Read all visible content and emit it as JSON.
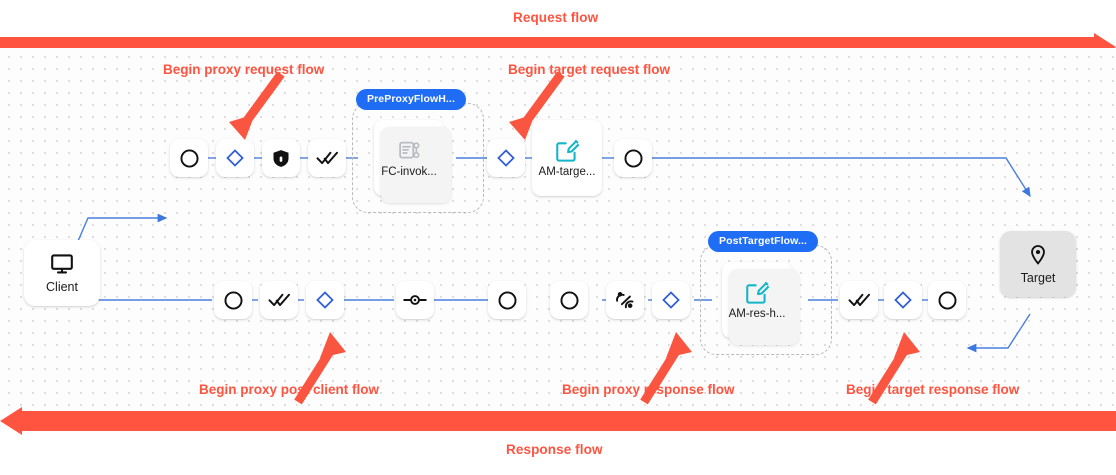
{
  "flow_bars": {
    "request": {
      "label": "Request flow",
      "color": "#ff5440",
      "direction": "right"
    },
    "response": {
      "label": "Response flow",
      "color": "#ff5440",
      "direction": "left"
    }
  },
  "annotations": [
    {
      "id": "begin-proxy-request-flow",
      "text": "Begin proxy request flow"
    },
    {
      "id": "begin-target-request-flow",
      "text": "Begin target request flow"
    },
    {
      "id": "begin-proxy-post-client-flow",
      "text": "Begin proxy post client flow"
    },
    {
      "id": "begin-proxy-response-flow",
      "text": "Begin proxy response flow"
    },
    {
      "id": "begin-target-response-flow",
      "text": "Begin target response flow"
    }
  ],
  "endpoints": {
    "client": {
      "label": "Client",
      "icon": "monitor-icon"
    },
    "target": {
      "label": "Target",
      "icon": "location-pin-icon"
    }
  },
  "request_row": {
    "steps": [
      {
        "id": "req-start",
        "icon": "circle-icon"
      },
      {
        "id": "req-condition-1",
        "icon": "blue-diamond-icon"
      },
      {
        "id": "req-security",
        "icon": "shield-lock-icon"
      },
      {
        "id": "req-verify",
        "icon": "double-check-icon"
      }
    ],
    "policy": {
      "label": "FC-invok...",
      "icon": "flow-callout-icon"
    },
    "after_group": [
      {
        "id": "req-target-condition",
        "icon": "blue-diamond-icon"
      }
    ],
    "target_policy": {
      "label": "AM-targe...",
      "icon": "assign-message-icon"
    },
    "tail": [
      {
        "id": "req-end",
        "icon": "circle-icon"
      }
    ]
  },
  "response_row": {
    "left_steps": [
      {
        "id": "res-client-end",
        "icon": "circle-icon"
      },
      {
        "id": "res-verify",
        "icon": "double-check-icon"
      },
      {
        "id": "res-postclient-condition",
        "icon": "blue-diamond-icon"
      }
    ],
    "mid_steps": [
      {
        "id": "res-node",
        "icon": "node-dot-icon"
      },
      {
        "id": "res-circle-a",
        "icon": "circle-icon"
      },
      {
        "id": "res-circle-b",
        "icon": "circle-icon"
      },
      {
        "id": "res-traffic",
        "icon": "traffic-signal-icon"
      },
      {
        "id": "res-proxy-condition",
        "icon": "blue-diamond-icon"
      }
    ],
    "policy": {
      "label": "AM-res-h...",
      "icon": "assign-message-icon"
    },
    "right_steps": [
      {
        "id": "res-target-verify",
        "icon": "double-check-icon"
      },
      {
        "id": "res-target-condition",
        "icon": "blue-diamond-icon"
      },
      {
        "id": "res-target-start",
        "icon": "circle-icon"
      }
    ]
  },
  "flow_groups": [
    {
      "id": "preproxyflowhook",
      "chip": "PreProxyFlowH..."
    },
    {
      "id": "posttargetflowhook",
      "chip": "PostTargetFlow..."
    }
  ],
  "colors": {
    "accent_red": "#ff5440",
    "chip_blue": "#1f6df5",
    "wire_blue": "#4a7fe0",
    "diamond_blue": "#2f5ed8",
    "teal_icon": "#13b5c9"
  }
}
